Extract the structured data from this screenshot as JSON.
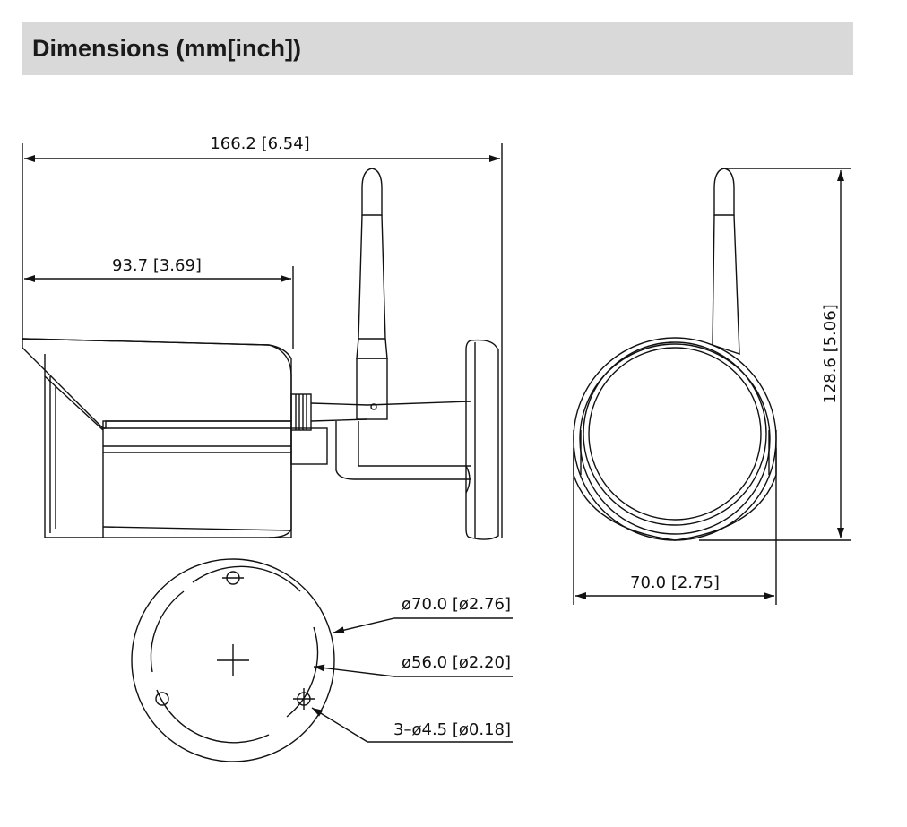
{
  "header": {
    "title": "Dimensions (mm[inch])"
  },
  "dimensions": {
    "overall_length": "166.2 [6.54]",
    "body_length": "93.7 [3.69]",
    "overall_height": "128.6 [5.06]",
    "front_width": "70.0 [2.75]",
    "base_outer_diameter": "ø70.0 [ø2.76]",
    "base_inner_diameter": "ø56.0 [ø2.20]",
    "mounting_holes": "3–ø4.5 [ø0.18]"
  },
  "colors": {
    "header_background": "#d9d9d9",
    "line_color": "#111111"
  }
}
